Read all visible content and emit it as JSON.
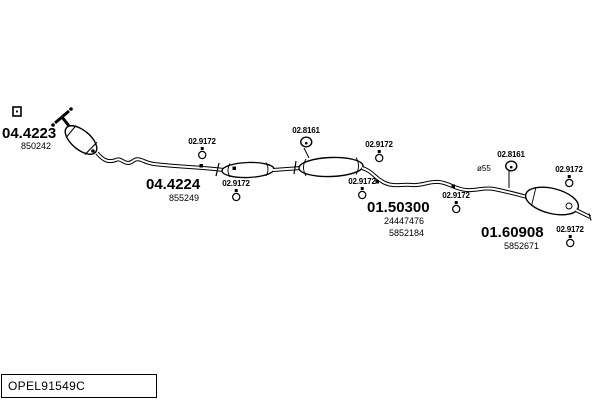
{
  "footer": {
    "code": "OPEL91549C"
  },
  "parts": {
    "catalyst": {
      "number": "04.4223",
      "ref": "850242"
    },
    "front_pipe": {
      "number": "04.4224",
      "ref": "855249"
    },
    "center_muffler": {
      "number": "01.50300",
      "ref1": "24447476",
      "ref2": "5852184"
    },
    "rear_muffler": {
      "number": "01.60908",
      "ref": "5852671"
    }
  },
  "annotations": {
    "pipe_diameter": "ø55"
  },
  "fasteners": [
    {
      "type": "clamp",
      "label": "02.9172"
    },
    {
      "type": "clamp",
      "label": "02.9172"
    },
    {
      "type": "rubber-hanger",
      "label": "02.8161"
    },
    {
      "type": "clamp",
      "label": "02.9172"
    },
    {
      "type": "clamp",
      "label": "02.9172"
    },
    {
      "type": "clamp",
      "label": "02.9172"
    },
    {
      "type": "rubber-hanger",
      "label": "02.8161"
    },
    {
      "type": "clamp",
      "label": "02.9172"
    },
    {
      "type": "clamp",
      "label": "02.9172"
    }
  ]
}
